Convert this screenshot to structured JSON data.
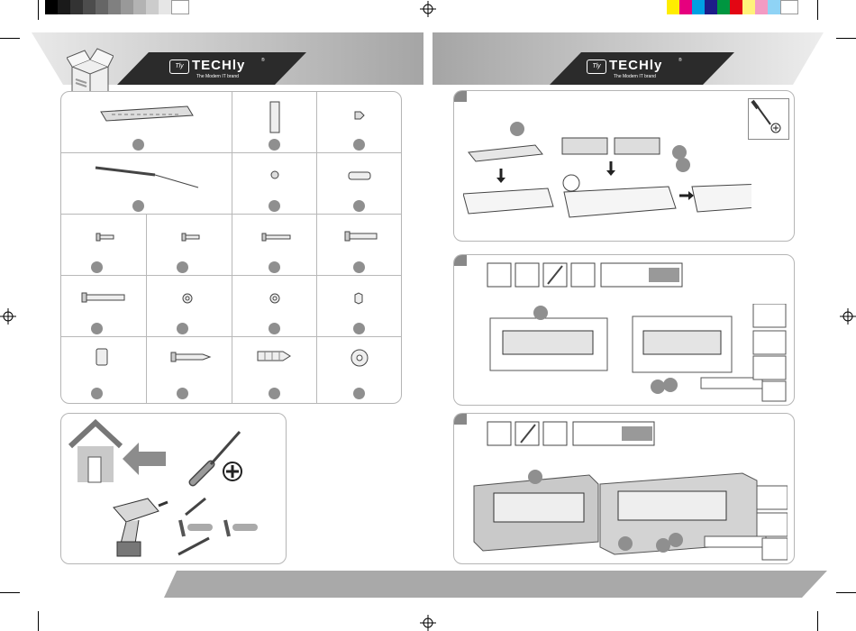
{
  "brand": {
    "name_left": "TECHly",
    "name_right": "TECHly",
    "logo_mark": "Tly",
    "tagline": "The Modern IT brand",
    "trademark": "®"
  },
  "colors": {
    "band_gray": "#a9a9a9",
    "banner_dark": "#2b2b2b",
    "dot_gray": "#8f8f8f"
  },
  "icons": {
    "box": "box-icon",
    "house": "house-icon",
    "screwdriver": "screwdriver-icon",
    "drill": "drill-icon",
    "registration_mark": "registration-mark-icon"
  }
}
